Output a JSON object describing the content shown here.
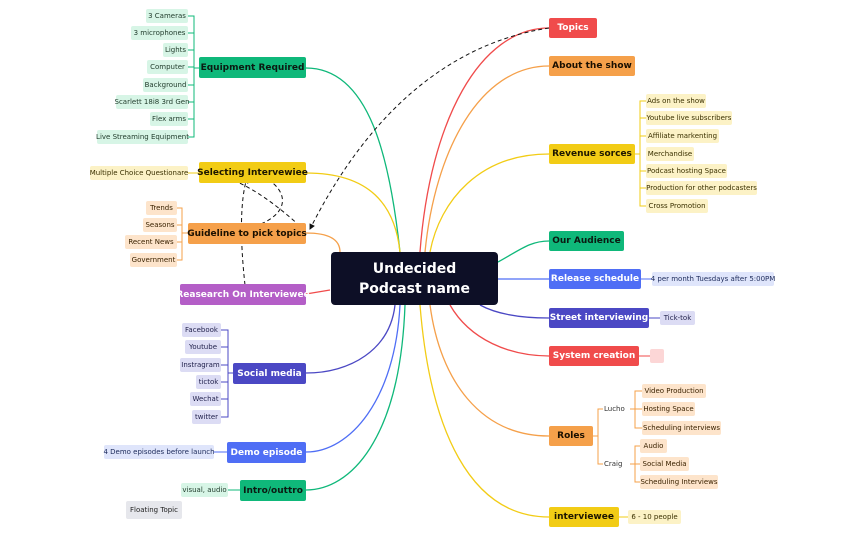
{
  "colors": {
    "green": "#0fb87a",
    "yellow": "#f2cc15",
    "orange": "#f5a04a",
    "purple": "#b45ec7",
    "indigo": "#4b48c4",
    "blue": "#4f6ef5",
    "red": "#f04b4b",
    "root": "#0d0f26"
  },
  "root": "Undecided Podcast name",
  "left": {
    "equipment": {
      "title": "Equipment Required",
      "items": [
        "3 Cameras",
        "3 microphones",
        "Lights",
        "Computer",
        "Background",
        "Scarlett 18i8 3rd Gen",
        "Flex arms",
        "Live Streaming Equipment"
      ]
    },
    "selecting": {
      "title": "Selecting Intervewiee",
      "items": [
        "Multiple Choice Questionare"
      ]
    },
    "guideline": {
      "title": "Guideline to pick topics",
      "items": [
        "Trends",
        "Seasons",
        "Recent News",
        "Government"
      ]
    },
    "research": {
      "title": "Reasearch On Interviewee"
    },
    "social": {
      "title": "Social media",
      "items": [
        "Facebook",
        "Youtube",
        "Instragram",
        "tictok",
        "Wechat",
        "twitter"
      ]
    },
    "demo": {
      "title": "Demo episode",
      "items": [
        "4 Demo episodes before launch"
      ]
    },
    "intro": {
      "title": "Intro/outtro",
      "items": [
        "visual, audio"
      ]
    }
  },
  "floating": "Floating Topic",
  "right": {
    "topics": {
      "title": "Topics"
    },
    "about": {
      "title": "About the show"
    },
    "revenue": {
      "title": "Revenue sorces",
      "items": [
        "Ads on the show",
        "Youtube live subscribers",
        "Affiliate markenting",
        "Merchandise",
        "Podcast hosting Space",
        "Production for other podcasters",
        "Cross Promotion"
      ]
    },
    "audience": {
      "title": "Our Audience"
    },
    "release": {
      "title": "Release schedule",
      "items": [
        "4 per month Tuesdays after 5:00PM"
      ]
    },
    "street": {
      "title": "Street interviewing",
      "items": [
        "Tick-tok"
      ]
    },
    "system": {
      "title": "System creation"
    },
    "roles": {
      "title": "Roles",
      "lucho": "Lucho",
      "lucho_items": [
        "Video Production",
        "Hosting Space",
        "Scheduling interviews"
      ],
      "craig": "Craig",
      "craig_items": [
        "Audio",
        "Social Media",
        "Scheduling Interviews"
      ]
    },
    "interviewee": {
      "title": "interviewee",
      "items": [
        "6 - 10 people"
      ]
    }
  }
}
